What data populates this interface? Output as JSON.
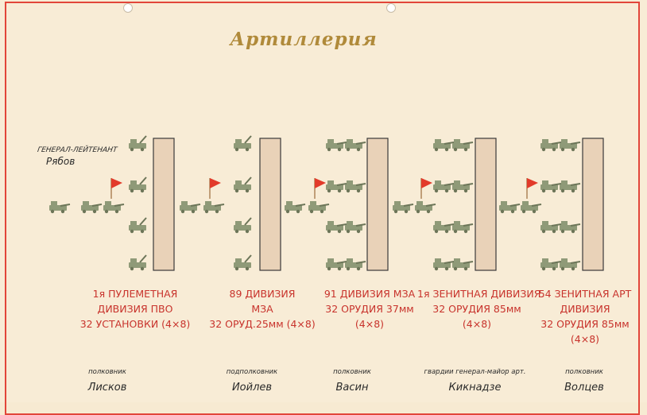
{
  "title": "Артиллерия",
  "commander": {
    "rank": "ГЕНЕРАЛ-ЛЕЙТЕНАНТ",
    "name": "Рябов"
  },
  "colors": {
    "frame": "#e2463a",
    "label_text": "#c8332c",
    "vehicle": "#8f9a78",
    "flag": "#e23a2a",
    "column_block": "#e9d2b8",
    "title": "#b08a3a"
  },
  "divisions": [
    {
      "lines": [
        "1я ПУЛЕМЕТНАЯ",
        "ДИВИЗИЯ ПВО",
        "32 УСТАНОВКИ (4×8)"
      ],
      "officer_rank": "полковник",
      "officer_name": "Лисков"
    },
    {
      "lines": [
        "89 ДИВИЗИЯ",
        "МЗА",
        "32 ОРУД.25мм (4×8)"
      ],
      "officer_rank": "подполковник",
      "officer_name": "Иойлев"
    },
    {
      "lines": [
        "91 ДИВИЗИЯ МЗА",
        "32 ОРУДИЯ 37мм",
        "(4×8)"
      ],
      "officer_rank": "полковник",
      "officer_name": "Васин"
    },
    {
      "lines": [
        "1я ЗЕНИТНАЯ ДИВИЗИЯ",
        "32 ОРУДИЯ 85мм",
        "(4×8)"
      ],
      "officer_rank": "гвардии генерал-майор арт.",
      "officer_name": "Кикнадзе"
    },
    {
      "lines": [
        "54 ЗЕНИТНАЯ АРТ",
        "ДИВИЗИЯ",
        "32 ОРУДИЯ 85мм",
        "(4×8)"
      ],
      "officer_rank": "полковник",
      "officer_name": "Волцев"
    }
  ]
}
